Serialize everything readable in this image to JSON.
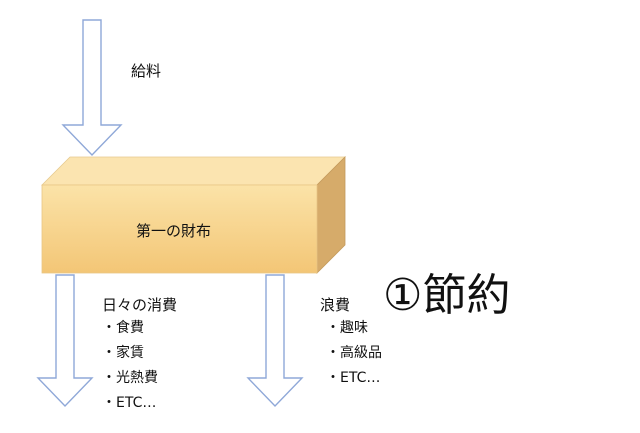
{
  "salary_label": "給料",
  "wallet_label": "第一の財布",
  "daily": {
    "title": "日々の消費",
    "items": [
      "・食費",
      "・家賃",
      "・光熱費",
      "・ETC…"
    ]
  },
  "waste": {
    "title": "浪費",
    "items": [
      "・趣味",
      "・高級品",
      "・ETC…"
    ]
  },
  "headline": "①節約",
  "colors": {
    "arrow_stroke": "#8fa8d8",
    "box_front": "#f8d58a",
    "box_top": "#fbe4b0",
    "box_side": "#d6ab6a"
  }
}
